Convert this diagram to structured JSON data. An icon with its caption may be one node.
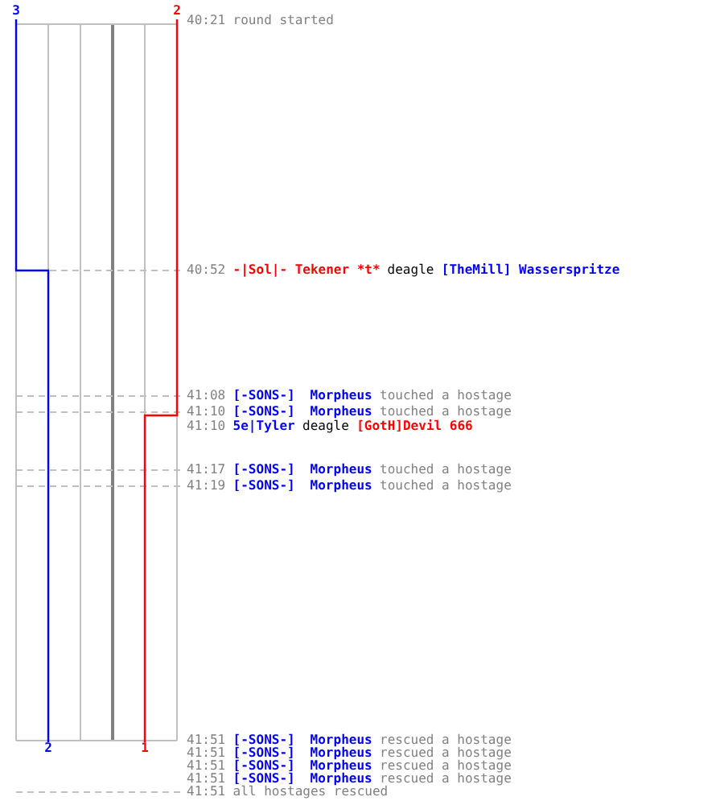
{
  "diagram": {
    "nodes": [
      {
        "text": [
          "3"
        ]
      },
      {
        "text": [
          "2"
        ]
      },
      {
        "text": [
          "2"
        ]
      },
      {
        "text": [
          "1"
        ]
      }
    ],
    "edges": [
      {
        "from": 0,
        "to": 2,
        "arrow": "none",
        "color": "#0000ff"
      },
      {
        "from": 1,
        "to": 3,
        "arrow": "none",
        "color": "#ff0000"
      }
    ],
    "labels": [
      "40:21",
      "round started",
      "40:52",
      "-|Sol|- Tekener *t*",
      "deagle",
      "[TheMill] Wasserspritze",
      "41:08",
      "[-SONS-]",
      "Morpheus",
      "touched a hostage",
      "41:10",
      "[-SONS-]",
      "Morpheus",
      "touched a hostage",
      "41:10",
      "5e|Tyler",
      "deagle",
      "[GotH]Devil 666",
      "41:17",
      "[-SONS-]",
      "Morpheus",
      "touched a hostage",
      "41:19",
      "[-SONS-]",
      "Morpheus",
      "touched a hostage",
      "41:51",
      "[-SONS-]",
      "Morpheus",
      "rescued a hostage",
      "41:51",
      "[-SONS-]",
      "Morpheus",
      "rescued a hostage",
      "41:51",
      "[-SONS-]",
      "Morpheus",
      "rescued a hostage",
      "41:51",
      "[-SONS-]",
      "Morpheus",
      "rescued a hostage",
      "41:51",
      "all hostages rescued"
    ]
  }
}
